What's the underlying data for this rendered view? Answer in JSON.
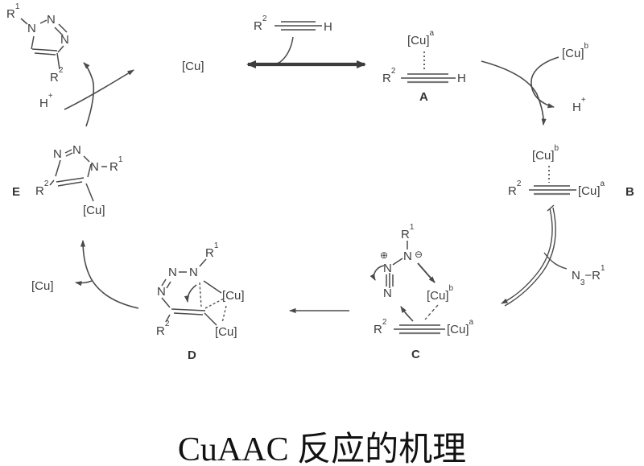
{
  "caption": "CuAAC 反应的机理",
  "atoms": {
    "r1": {
      "base": "R",
      "sup": "1"
    },
    "r2": {
      "base": "R",
      "sup": "2"
    },
    "n": "N",
    "h": "H",
    "hplus": {
      "base": "H",
      "sup": "+"
    },
    "cu": "[Cu]",
    "cua": {
      "base": "[Cu]",
      "sup": "a"
    },
    "cub": {
      "base": "[Cu]",
      "sup": "b"
    },
    "oplus": "⊕",
    "ominus": "⊖",
    "azide": {
      "n": "N",
      "sub": "3",
      "dash": "−",
      "r": "R",
      "sup": "1"
    }
  },
  "species": {
    "a": "A",
    "b": "B",
    "c": "C",
    "d": "D",
    "e": "E"
  },
  "colors": {
    "line": "#4a4a4a",
    "text": "#3e3e3e"
  }
}
